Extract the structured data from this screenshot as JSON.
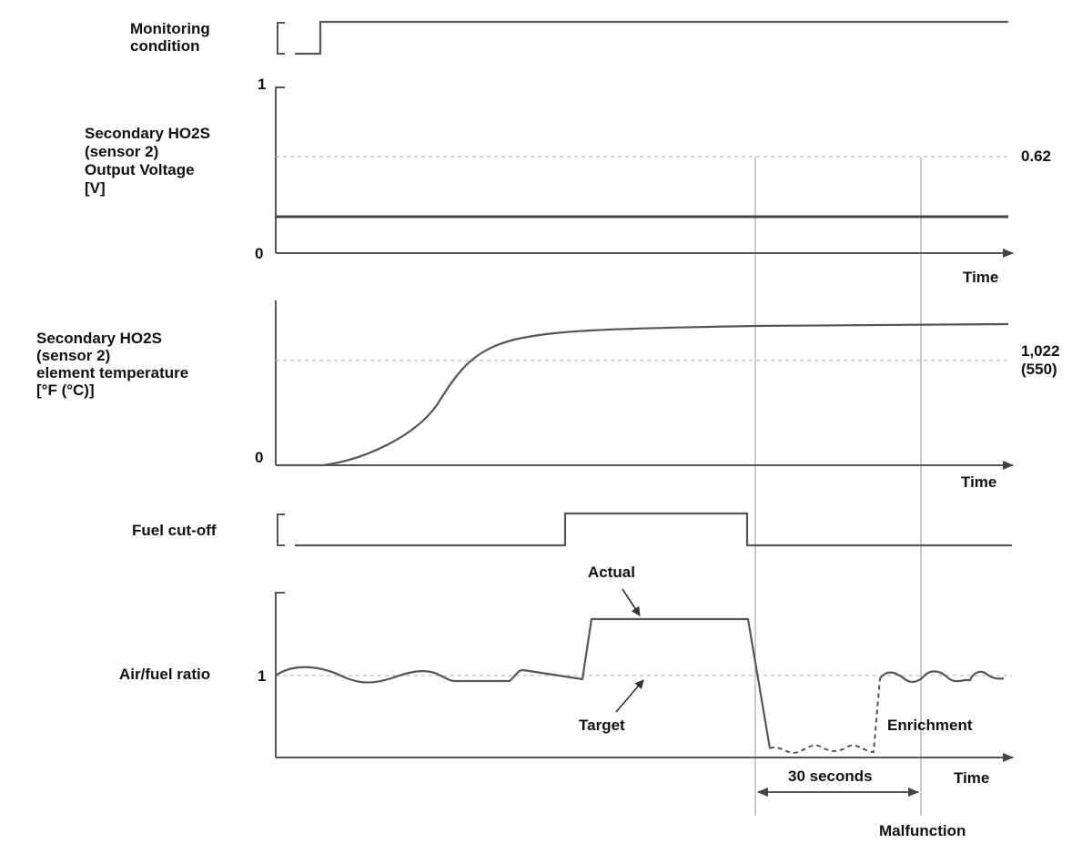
{
  "signals": {
    "monitoring": {
      "label": [
        "Monitoring",
        "condition"
      ]
    },
    "voltage": {
      "label": [
        "Secondary HO2S",
        "(sensor 2)",
        "Output Voltage",
        "[V]"
      ],
      "axis_top": "1",
      "axis_zero": "0",
      "threshold_label": "0.62",
      "time_label": "Time"
    },
    "temperature": {
      "label": [
        "Secondary HO2S",
        "(sensor 2)",
        "element temperature",
        "[°F (°C)]"
      ],
      "axis_zero": "0",
      "threshold_label": [
        "1,022",
        "(550)"
      ],
      "time_label": "Time"
    },
    "fuel_cut": {
      "label": "Fuel cut-off"
    },
    "air_fuel": {
      "label": "Air/fuel ratio",
      "axis_value": "1",
      "actual_label": "Actual",
      "target_label": "Target",
      "enrichment_label": "Enrichment",
      "time_label": "Time",
      "interval_label": "30 seconds",
      "malfunction_label": "Malfunction"
    }
  },
  "colors": {
    "trace": "#555555",
    "grid": "#bdbdbd",
    "text": "#111111"
  }
}
